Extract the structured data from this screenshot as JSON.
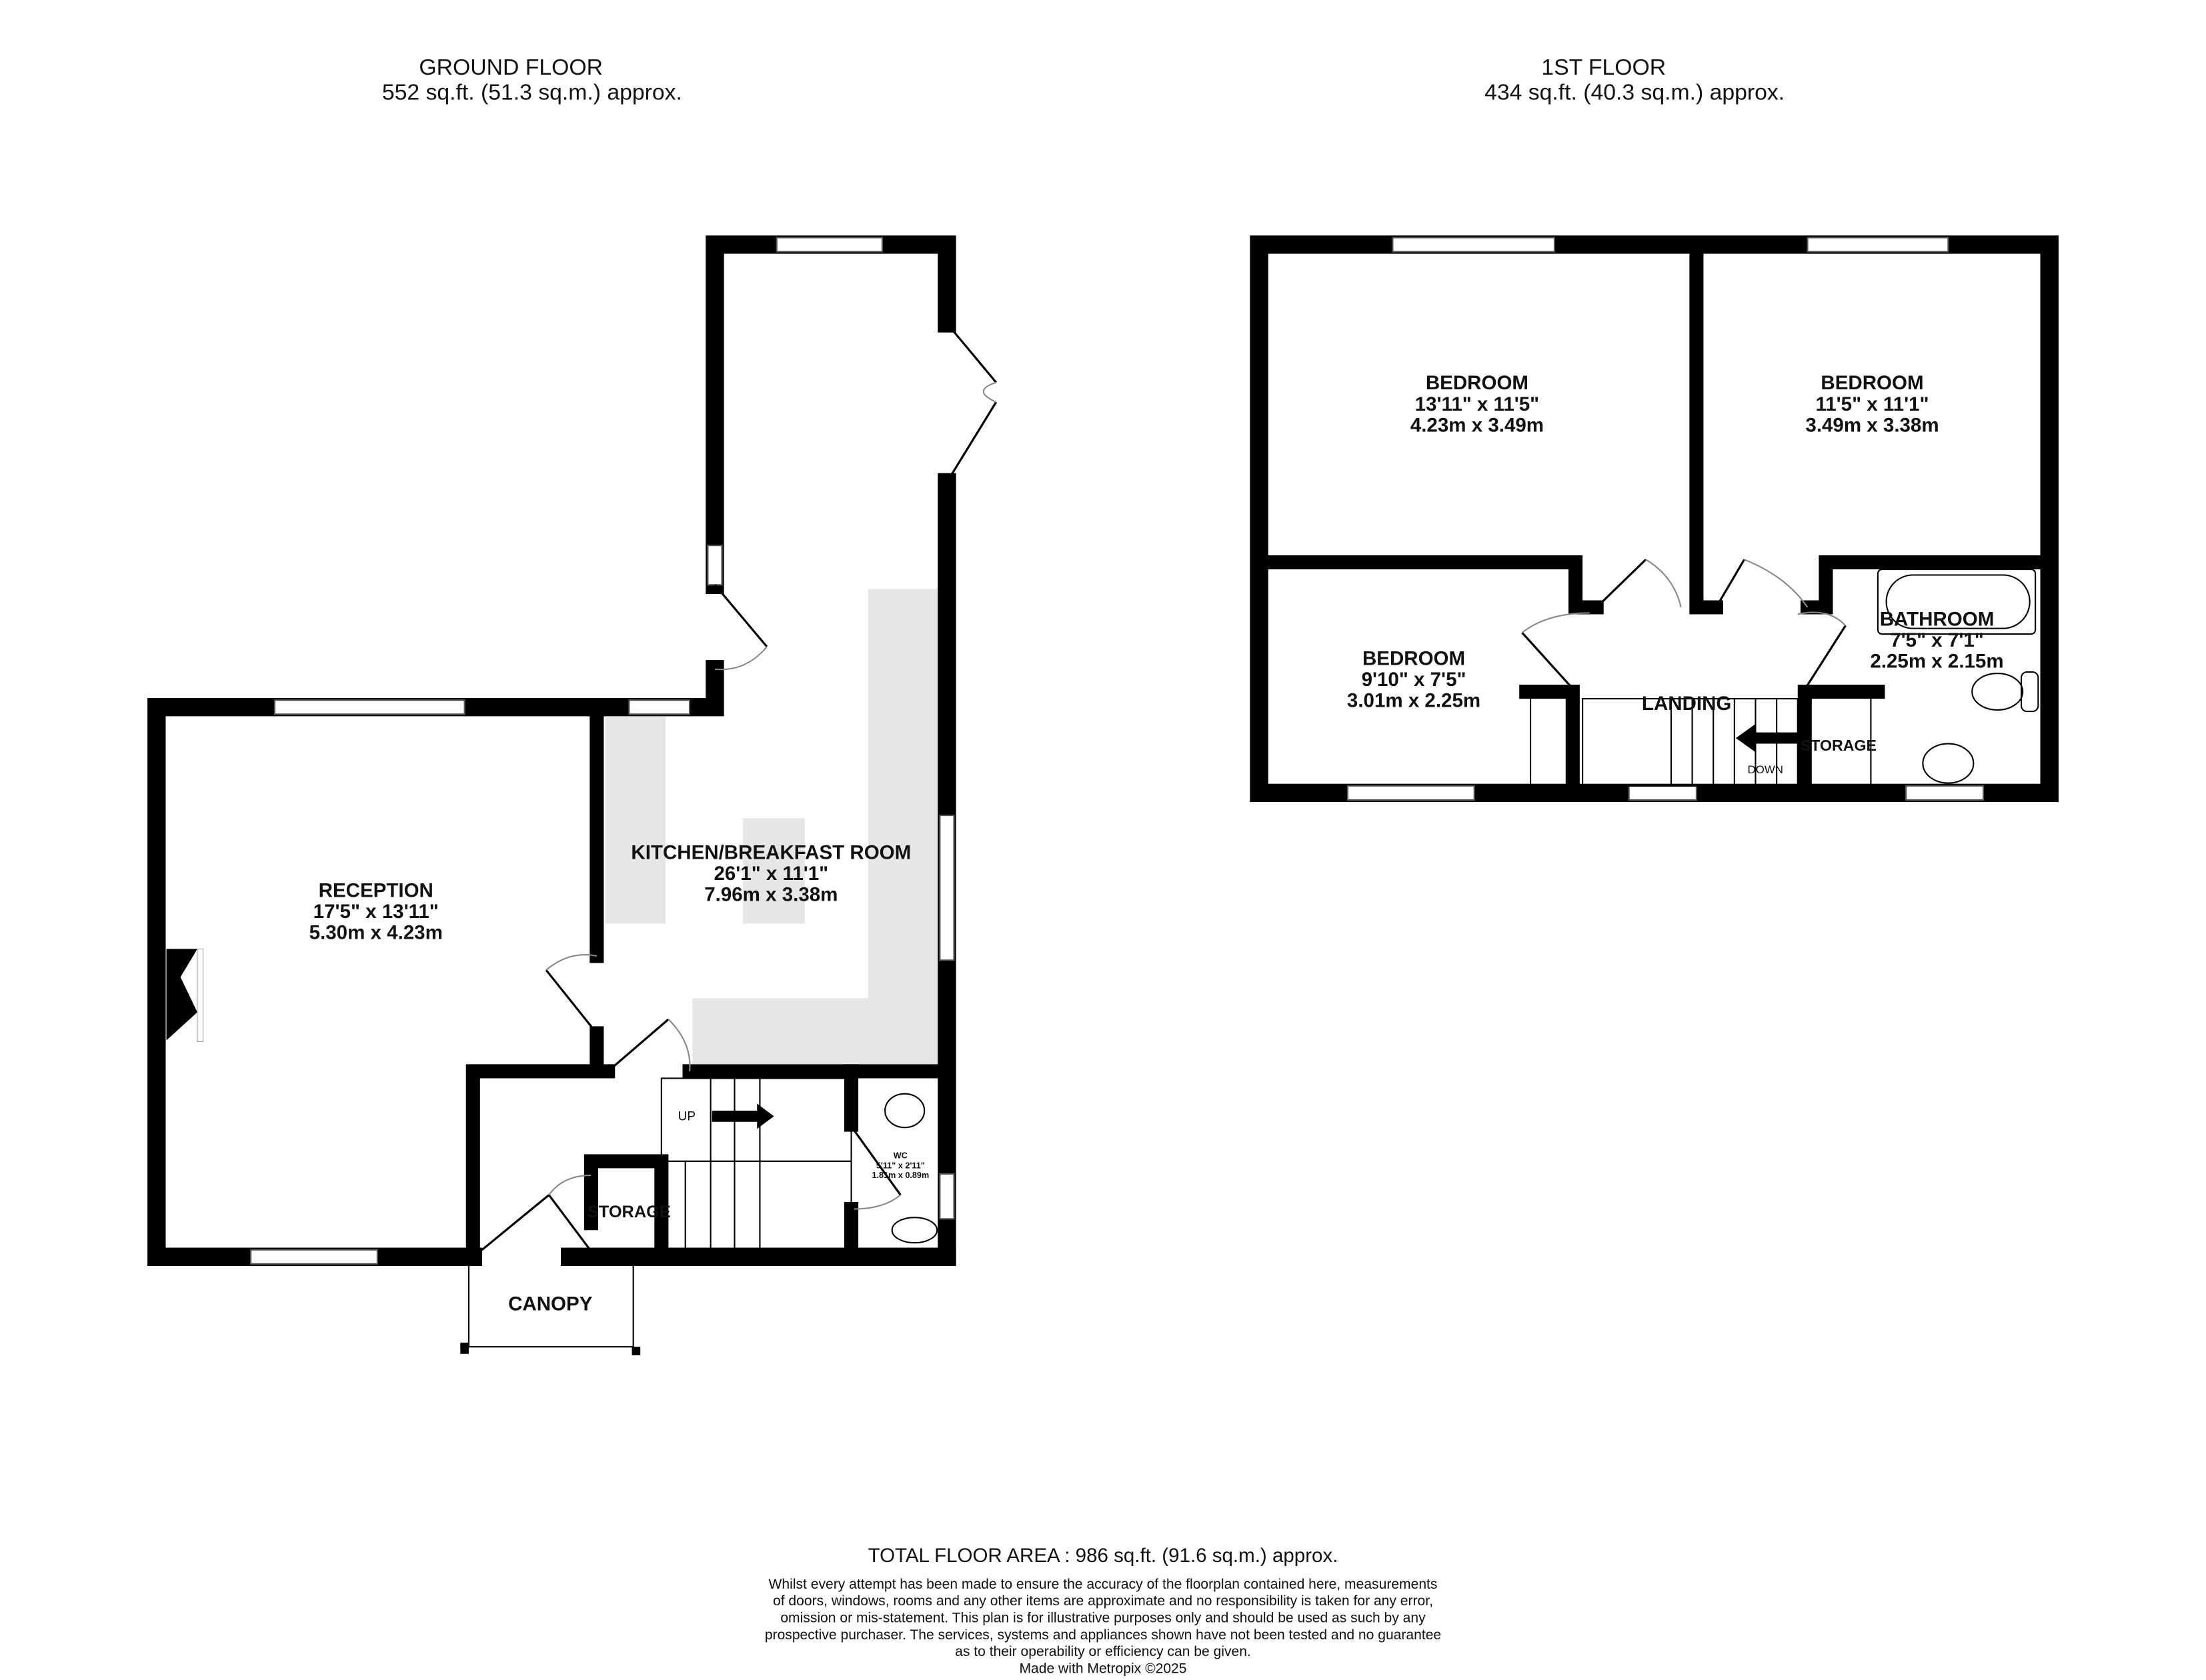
{
  "ground_floor": {
    "title": "GROUND FLOOR",
    "area": "552 sq.ft. (51.3 sq.m.) approx.",
    "rooms": [
      {
        "name": "RECEPTION",
        "imperial": "17'5\"  x 13'11\"",
        "metric": "5.30m  x 4.23m"
      },
      {
        "name": "KITCHEN/BREAKFAST ROOM",
        "imperial": "26'1\"  x 11'1\"",
        "metric": "7.96m  x 3.38m"
      },
      {
        "name": "WC",
        "imperial": "5'11\"  x 2'11\"",
        "metric": "1.81m  x 0.89m"
      }
    ],
    "labels": {
      "storage": "STORAGE",
      "canopy": "CANOPY",
      "up": "UP"
    }
  },
  "first_floor": {
    "title": "1ST FLOOR",
    "area": "434 sq.ft. (40.3 sq.m.) approx.",
    "rooms": [
      {
        "name": "BEDROOM",
        "imperial": "13'11\"  x 11'5\"",
        "metric": "4.23m  x 3.49m"
      },
      {
        "name": "BEDROOM",
        "imperial": "11'5\"  x 11'1\"",
        "metric": "3.49m  x 3.38m"
      },
      {
        "name": "BEDROOM",
        "imperial": "9'10\"  x 7'5\"",
        "metric": "3.01m  x 2.25m"
      },
      {
        "name": "BATHROOM",
        "imperial": "7'5\"  x 7'1\"",
        "metric": "2.25m  x 2.15m"
      }
    ],
    "labels": {
      "landing": "LANDING",
      "storage": "STORAGE",
      "down": "DOWN"
    }
  },
  "footer": {
    "total": "TOTAL FLOOR AREA : 986 sq.ft. (91.6 sq.m.) approx.",
    "disclaimer": [
      "Whilst every attempt has been made to ensure the accuracy of the floorplan contained here, measurements",
      "of doors, windows, rooms and any other items are approximate and no responsibility is taken for any error,",
      "omission or mis-statement. This plan is for illustrative purposes only and should be used as such by any",
      "prospective purchaser. The services, systems and appliances shown have not been tested and no guarantee",
      "as to their operability or efficiency can be given."
    ],
    "credit": "Made with Metropix ©2025"
  },
  "colors": {
    "wall": "#000000",
    "fitted_units": "#e6e6e6"
  }
}
